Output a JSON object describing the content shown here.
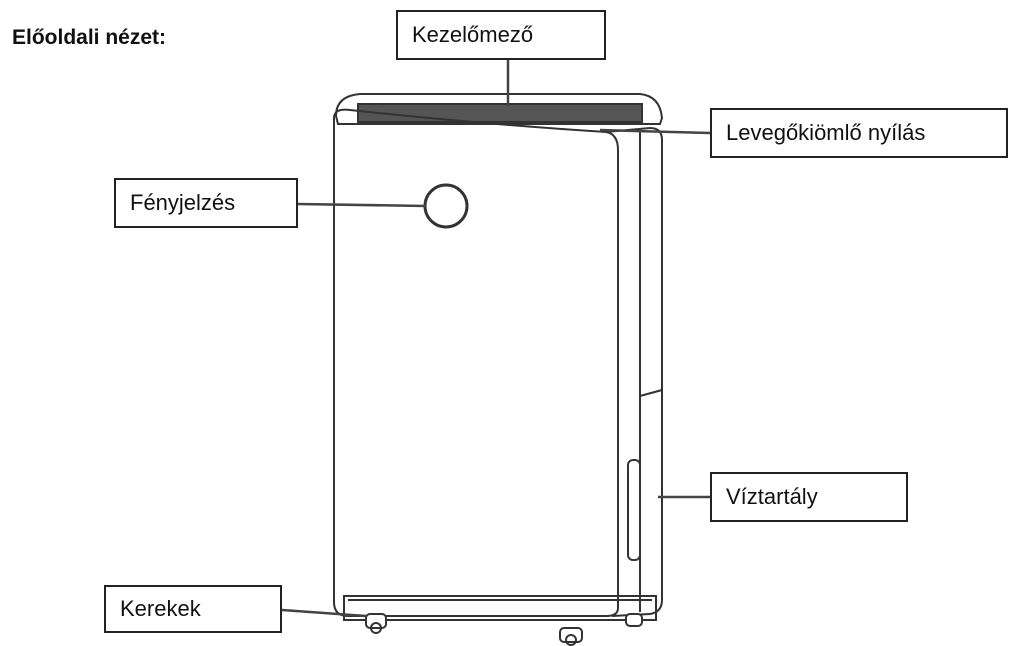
{
  "title": "Előoldali nézet:",
  "labels": {
    "control_panel": "Kezelőmező",
    "air_outlet": "Levegőkiömlő nyílás",
    "light_indicator": "Fényjelzés",
    "water_tank": "Víztartály",
    "wheels": "Kerekek"
  }
}
